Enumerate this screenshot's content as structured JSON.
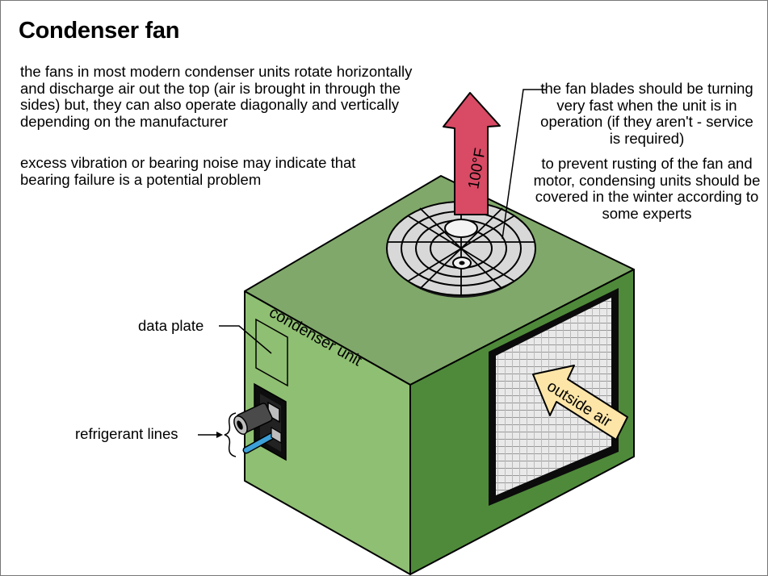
{
  "title": "Condenser fan",
  "paragraphs": [
    "the fans in most modern condenser units rotate horizontally and discharge air out the top (air is brought in through the sides) but, they can also operate diagonally and vertically depending on the manufacturer",
    "excess vibration or bearing noise may indicate that bearing failure is a potential problem"
  ],
  "notes": [
    "the fan blades should be turning very fast when the unit is in operation (if they aren't - service is required)",
    "to prevent rusting of the fan and motor, condensing units should be covered in the winter according to some experts"
  ],
  "labels": {
    "data_plate": "data plate",
    "refrigerant_lines": "refrigerant lines",
    "unit_side": "condenser unit",
    "temp_arrow": "100°F",
    "air_arrow": "outside air"
  },
  "colors": {
    "unit_top": "#80a86a",
    "unit_front": "#8fbf72",
    "unit_right": "#4f8a3a",
    "exhaust_arrow": "#d94a64",
    "intake_arrow": "#fde5a8",
    "copper_line": "#3da0d8"
  }
}
